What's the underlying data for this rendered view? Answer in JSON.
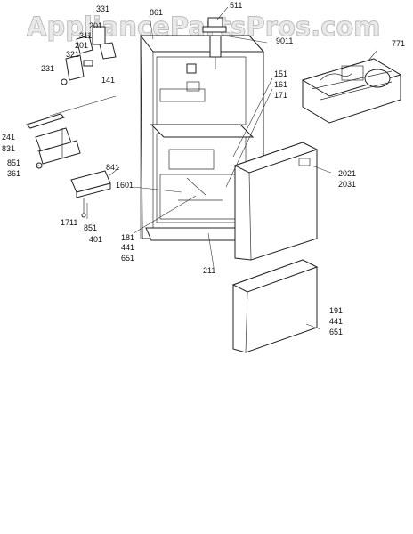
{
  "watermark": "AppliancePartsPros.com",
  "callouts": [
    "331",
    "861",
    "511",
    "201",
    "311",
    "201",
    "9011",
    "321",
    "771",
    "231",
    "141",
    "151",
    "161",
    "171",
    "241",
    "831",
    "851",
    "361",
    "841",
    "1601",
    "2021",
    "2031",
    "1711",
    "851",
    "181",
    "441",
    "651",
    "401",
    "211",
    "191",
    "441",
    "651"
  ]
}
